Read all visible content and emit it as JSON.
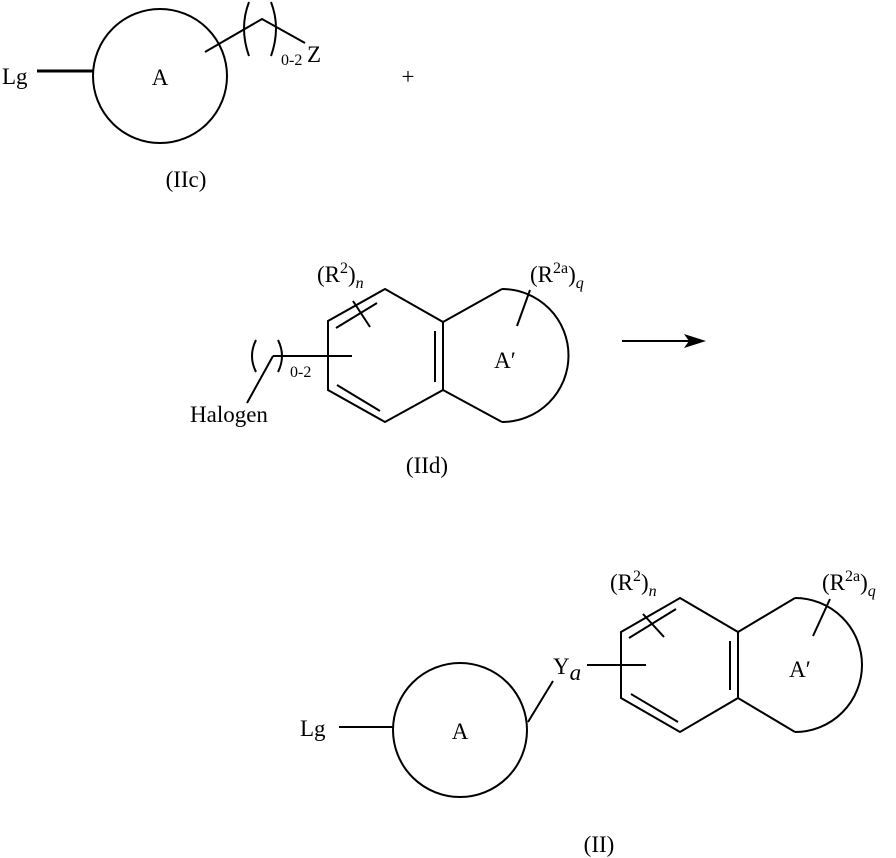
{
  "scheme": {
    "plus": "+",
    "arrow": "reaction-arrow"
  },
  "IIc": {
    "label": "(IIc)",
    "leaving_group": "Lg",
    "ring": "A",
    "repeat": "0-2",
    "terminal": "Z"
  },
  "IId": {
    "label": "(IId)",
    "r2": {
      "open": "(R",
      "sup": "2",
      "close": ")",
      "sub": "n"
    },
    "r2a": {
      "open": "(R",
      "sup": "2a",
      "close": ")",
      "sub": "q"
    },
    "ring": "A′",
    "repeat": "0-2",
    "halogen": "Halogen"
  },
  "II": {
    "label": "(II)",
    "leaving_group": "Lg",
    "ring": "A",
    "linker": "Y",
    "linker_sub": "a",
    "r2": {
      "open": "(R",
      "sup": "2",
      "close": ")",
      "sub": "n"
    },
    "r2a": {
      "open": "(R",
      "sup": "2a",
      "close": ")",
      "sub": "q"
    },
    "fused_ring": "A′"
  }
}
